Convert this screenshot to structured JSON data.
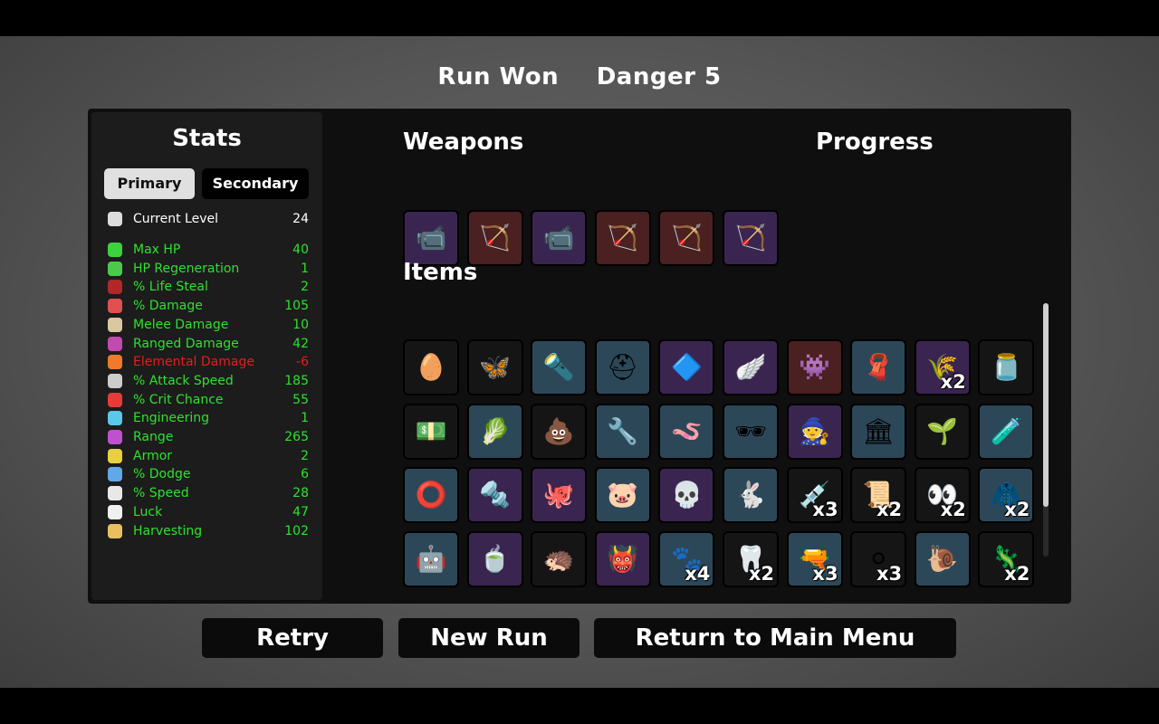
{
  "header": {
    "result": "Run Won",
    "danger": "Danger 5"
  },
  "stats": {
    "title": "Stats",
    "tabs": {
      "primary": "Primary",
      "secondary": "Secondary"
    },
    "level": {
      "label": "Current Level",
      "value": "24",
      "icon": "skull-icon",
      "color": "#ffffff"
    },
    "rows": [
      {
        "label": "Max HP",
        "value": "40",
        "icon": "heart-icon",
        "color": "#2fe02f",
        "icon_color": "#3bd23b"
      },
      {
        "label": "HP Regeneration",
        "value": "1",
        "icon": "heart-plus-icon",
        "color": "#2fe02f",
        "icon_color": "#4cc94c"
      },
      {
        "label": "% Life Steal",
        "value": "2",
        "icon": "fangs-icon",
        "color": "#2fe02f",
        "icon_color": "#b02828"
      },
      {
        "label": "% Damage",
        "value": "105",
        "icon": "muscle-icon",
        "color": "#2fe02f",
        "icon_color": "#e05050"
      },
      {
        "label": "Melee Damage",
        "value": "10",
        "icon": "sword-icon",
        "color": "#2fe02f",
        "icon_color": "#d9c8a0"
      },
      {
        "label": "Ranged Damage",
        "value": "42",
        "icon": "bow-icon",
        "color": "#2fe02f",
        "icon_color": "#c04ab0"
      },
      {
        "label": "Elemental Damage",
        "value": "-6",
        "icon": "flame-icon",
        "color": "#e81c1c",
        "icon_color": "#f07a2a"
      },
      {
        "label": "% Attack Speed",
        "value": "185",
        "icon": "hourglass-icon",
        "color": "#2fe02f",
        "icon_color": "#cccccc"
      },
      {
        "label": "% Crit Chance",
        "value": "55",
        "icon": "crit-burst-icon",
        "color": "#2fe02f",
        "icon_color": "#e83a3a"
      },
      {
        "label": "Engineering",
        "value": "1",
        "icon": "wrench-icon",
        "color": "#2fe02f",
        "icon_color": "#5ac8e8"
      },
      {
        "label": "Range",
        "value": "265",
        "icon": "range-waves-icon",
        "color": "#2fe02f",
        "icon_color": "#c050d0"
      },
      {
        "label": "Armor",
        "value": "2",
        "icon": "shield-icon",
        "color": "#2fe02f",
        "icon_color": "#e8d040"
      },
      {
        "label": "% Dodge",
        "value": "6",
        "icon": "dodge-wind-icon",
        "color": "#2fe02f",
        "icon_color": "#60a8e8"
      },
      {
        "label": "% Speed",
        "value": "28",
        "icon": "boot-icon",
        "color": "#2fe02f",
        "icon_color": "#e8e8e8"
      },
      {
        "label": "Luck",
        "value": "47",
        "icon": "dice-icon",
        "color": "#2fe02f",
        "icon_color": "#f0f0f0"
      },
      {
        "label": "Harvesting",
        "value": "102",
        "icon": "wheat-icon",
        "color": "#2fe02f",
        "icon_color": "#e8c060"
      }
    ]
  },
  "weapons": {
    "title": "Weapons",
    "items": [
      {
        "icon": "camera-gun-icon",
        "glyph": "📹",
        "tier_color": "#3a2550"
      },
      {
        "icon": "crossbow-icon",
        "glyph": "🏹",
        "tier_color": "#4a2020"
      },
      {
        "icon": "camera-gun-icon",
        "glyph": "📹",
        "tier_color": "#3a2550"
      },
      {
        "icon": "crossbow-icon",
        "glyph": "🏹",
        "tier_color": "#4a2020"
      },
      {
        "icon": "crossbow-icon",
        "glyph": "🏹",
        "tier_color": "#4a2020"
      },
      {
        "icon": "crossbow-icon",
        "glyph": "🏹",
        "tier_color": "#3a2550"
      }
    ]
  },
  "progress": {
    "title": "Progress"
  },
  "items": {
    "title": "Items",
    "rows": [
      [
        {
          "icon": "egg-icon",
          "glyph": "🥚",
          "tier_color": "#151515",
          "count": ""
        },
        {
          "icon": "butterfly-icon",
          "glyph": "🦋",
          "tier_color": "#151515",
          "count": ""
        },
        {
          "icon": "flashlight-icon",
          "glyph": "🔦",
          "tier_color": "#2c4858",
          "count": ""
        },
        {
          "icon": "helmet-icon",
          "glyph": "⛑",
          "tier_color": "#2c4858",
          "count": ""
        },
        {
          "icon": "fin-icon",
          "glyph": "🔷",
          "tier_color": "#3a2550",
          "count": ""
        },
        {
          "icon": "wings-icon",
          "glyph": "🪽",
          "tier_color": "#3a2550",
          "count": ""
        },
        {
          "icon": "spiky-creature-icon",
          "glyph": "👾",
          "tier_color": "#4a2020",
          "count": ""
        },
        {
          "icon": "scarf-icon",
          "glyph": "🧣",
          "tier_color": "#2c4858",
          "count": ""
        },
        {
          "icon": "wheat-icon",
          "glyph": "🌾",
          "tier_color": "#3a2550",
          "count": "x2"
        },
        {
          "icon": "jar-icon",
          "glyph": "🫙",
          "tier_color": "#151515",
          "count": ""
        }
      ],
      [
        {
          "icon": "banknote-icon",
          "glyph": "💵",
          "tier_color": "#151515",
          "count": ""
        },
        {
          "icon": "alien-plant-icon",
          "glyph": "🥬",
          "tier_color": "#2c4858",
          "count": ""
        },
        {
          "icon": "poop-icon",
          "glyph": "💩",
          "tier_color": "#151515",
          "count": ""
        },
        {
          "icon": "propeller-icon",
          "glyph": "🔧",
          "tier_color": "#2c4858",
          "count": ""
        },
        {
          "icon": "worm-icon",
          "glyph": "🪱",
          "tier_color": "#2c4858",
          "count": ""
        },
        {
          "icon": "glasses-icon",
          "glyph": "🕶",
          "tier_color": "#2c4858",
          "count": ""
        },
        {
          "icon": "wizard-statue-icon",
          "glyph": "🧙",
          "tier_color": "#3a2550",
          "count": ""
        },
        {
          "icon": "ruins-icon",
          "glyph": "🏛",
          "tier_color": "#2c4858",
          "count": ""
        },
        {
          "icon": "sprout-icon",
          "glyph": "🌱",
          "tier_color": "#151515",
          "count": ""
        },
        {
          "icon": "potion-icon",
          "glyph": "🧪",
          "tier_color": "#2c4858",
          "count": ""
        }
      ],
      [
        {
          "icon": "ring-icon",
          "glyph": "⭕",
          "tier_color": "#2c4858",
          "count": ""
        },
        {
          "icon": "metal-plate-icon",
          "glyph": "🔩",
          "tier_color": "#3a2550",
          "count": ""
        },
        {
          "icon": "tentacle-icon",
          "glyph": "🐙",
          "tier_color": "#3a2550",
          "count": ""
        },
        {
          "icon": "piggy-bank-icon",
          "glyph": "🐷",
          "tier_color": "#2c4858",
          "count": ""
        },
        {
          "icon": "skeleton-icon",
          "glyph": "💀",
          "tier_color": "#3a2550",
          "count": ""
        },
        {
          "icon": "rabbit-icon",
          "glyph": "🐇",
          "tier_color": "#2c4858",
          "count": ""
        },
        {
          "icon": "syringe-icon",
          "glyph": "💉",
          "tier_color": "#151515",
          "count": "x3"
        },
        {
          "icon": "scroll-icon",
          "glyph": "📜",
          "tier_color": "#151515",
          "count": "x2"
        },
        {
          "icon": "eyes-icon",
          "glyph": "👀",
          "tier_color": "#151515",
          "count": "x2"
        },
        {
          "icon": "cape-icon",
          "glyph": "🧥",
          "tier_color": "#2c4858",
          "count": "x2"
        }
      ],
      [
        {
          "icon": "turret-icon",
          "glyph": "🤖",
          "tier_color": "#2c4858",
          "count": ""
        },
        {
          "icon": "mortar-icon",
          "glyph": "🍵",
          "tier_color": "#3a2550",
          "count": ""
        },
        {
          "icon": "hedgehog-icon",
          "glyph": "🦔",
          "tier_color": "#151515",
          "count": ""
        },
        {
          "icon": "horned-mask-icon",
          "glyph": "👹",
          "tier_color": "#3a2550",
          "count": ""
        },
        {
          "icon": "claw-icon",
          "glyph": "🐾",
          "tier_color": "#2c4858",
          "count": "x4"
        },
        {
          "icon": "fang-icon",
          "glyph": "🦷",
          "tier_color": "#151515",
          "count": "x2"
        },
        {
          "icon": "bullet-icon",
          "glyph": "🔫",
          "tier_color": "#2c4858",
          "count": "x3"
        },
        {
          "icon": "snowball-icon",
          "glyph": "⚪",
          "tier_color": "#151515",
          "count": "x3"
        },
        {
          "icon": "snail-icon",
          "glyph": "🐌",
          "tier_color": "#2c4858",
          "count": ""
        },
        {
          "icon": "lizard-icon",
          "glyph": "🦎",
          "tier_color": "#151515",
          "count": "x2"
        }
      ]
    ]
  },
  "buttons": {
    "retry": "Retry",
    "new_run": "New Run",
    "main_menu": "Return to Main Menu"
  }
}
